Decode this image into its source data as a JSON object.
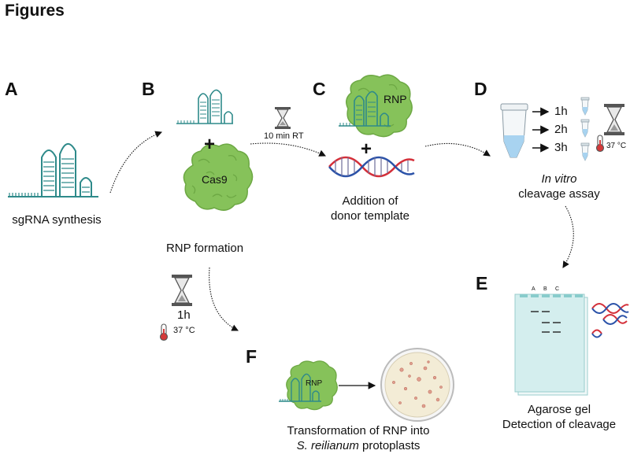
{
  "page_title": "Figures",
  "panels": {
    "a": {
      "letter": "A",
      "caption": "sgRNA synthesis"
    },
    "b": {
      "letter": "B",
      "plus": "+",
      "protein_label": "Cas9",
      "caption": "RNP formation"
    },
    "c": {
      "letter": "C",
      "rnp_label": "RNP",
      "plus": "+",
      "caption_line1": "Addition of",
      "caption_line2": "donor template"
    },
    "d": {
      "letter": "D",
      "times": [
        "1h",
        "2h",
        "3h"
      ],
      "temp": "37 °C",
      "caption_line1_italic": "In vitro",
      "caption_line2": "cleavage assay"
    },
    "e": {
      "letter": "E",
      "lanes": [
        "A",
        "B",
        "C"
      ],
      "caption_line1": "Agarose gel",
      "caption_line2": "Detection of cleavage"
    },
    "f": {
      "letter": "F",
      "rnp_label": "RNP",
      "caption_line1": "Transformation of RNP into",
      "caption_line2_italic": "S. reilianum",
      "caption_line2_rest": " protoplasts"
    }
  },
  "incubation": {
    "b_to_c": "10 min RT",
    "b_to_f_time": "1h",
    "b_to_f_temp": "37 °C"
  },
  "colors": {
    "rna": "#2e8a8a",
    "protein": "#86c25a",
    "protein_dark": "#5f9a3a",
    "dna_red": "#d4303a",
    "dna_blue": "#2b52a8",
    "gel": "#d4eeee",
    "tube_liquid": "#a8d3f0",
    "hourglass": "#555555",
    "thermo_red": "#d33a3a",
    "petri": "#f3ecd6"
  }
}
